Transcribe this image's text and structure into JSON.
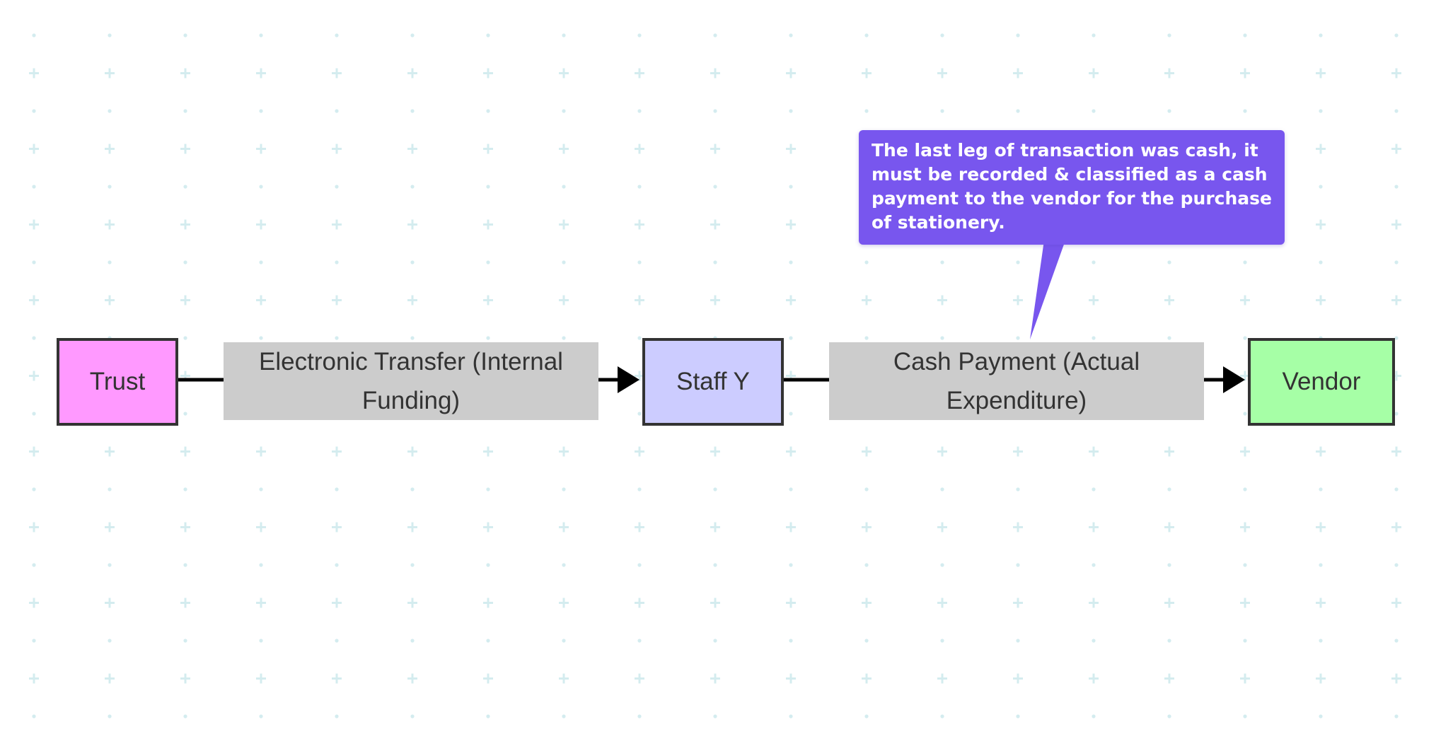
{
  "colors": {
    "background": "#ffffff",
    "grid": "#d4ecef",
    "border": "#333333",
    "edge_label_bg": "#cccccc",
    "trust_fill": "#ff99ff",
    "staff_fill": "#ccccff",
    "vendor_fill": "#a6ffa6",
    "note_fill": "#7856ee"
  },
  "nodes": {
    "trust": "Trust",
    "staff": "Staff Y",
    "vendor": "Vendor"
  },
  "edges": {
    "trust_to_staff": "Electronic Transfer (Internal Funding)",
    "staff_to_vendor": "Cash Payment (Actual Expenditure)"
  },
  "note": {
    "text": "The last leg of transaction was cash, it must be recorded & classified as a cash payment to the vendor for the purchase of stationery."
  }
}
